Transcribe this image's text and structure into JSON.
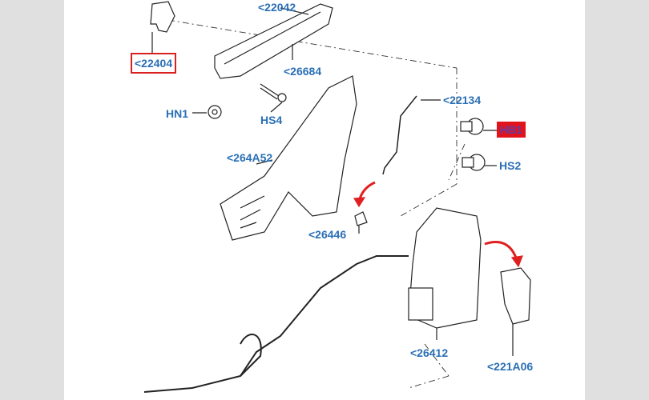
{
  "labels": {
    "p22042": "<22042",
    "p22404": "<22404",
    "p26684": "<26684",
    "hn1": "HN1",
    "hs4": "HS4",
    "p22134": "<22134",
    "hb1": "HB1",
    "hs2": "HS2",
    "p264a52": "<264A52",
    "p26446": "<26446",
    "p26412": "<26412",
    "p221a06": "<221A06"
  },
  "colors": {
    "label": "#2a6fb5",
    "highlight": "#e1141b",
    "arrow": "#e02020"
  }
}
